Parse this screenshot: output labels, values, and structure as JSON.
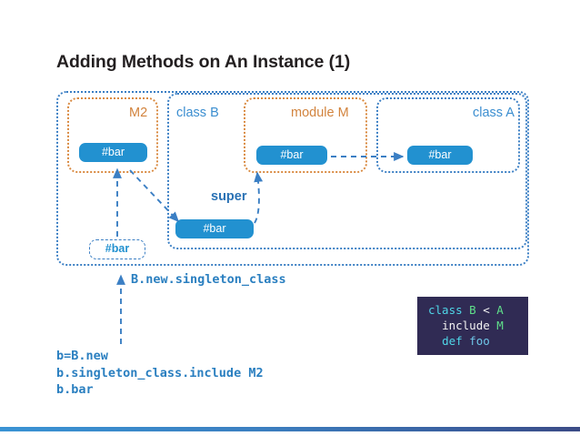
{
  "slide": {
    "title": "Adding Methods on An Instance (1)"
  },
  "diagram": {
    "containers": [
      {
        "name": "singleton-class-container",
        "label": "",
        "style": "blue-dotted"
      },
      {
        "name": "m2-container",
        "label": "M2",
        "style": "orange-dotted"
      },
      {
        "name": "class-b-container",
        "label": "class B",
        "style": "blue-dotted"
      },
      {
        "name": "module-m-container",
        "label": "module M",
        "style": "orange-dotted"
      },
      {
        "name": "class-a-container",
        "label": "class A",
        "style": "blue-dotted"
      }
    ],
    "labels": {
      "m2": "M2",
      "class_b": "class B",
      "module_m": "module M",
      "class_a": "class A"
    },
    "methods": {
      "m2_bar": "#bar",
      "module_m_bar": "#bar",
      "class_a_bar": "#bar",
      "class_b_bar": "#bar",
      "singleton_bar": "#bar"
    },
    "super_label": "super",
    "annotation": "B.new.singleton_class"
  },
  "code": {
    "lines": [
      "b=B.new",
      "b.singleton_class.include M2",
      "b.bar"
    ],
    "text": "b=B.new\nb.singleton_class.include M2\nb.bar"
  },
  "syntax_box": {
    "line1": {
      "kw": "class",
      "cls": "B",
      "op": "<",
      "parent": "A"
    },
    "line2": {
      "kw": "include",
      "mod": "M"
    },
    "line3": {
      "kw": "def",
      "fn": "foo"
    }
  },
  "colors": {
    "pill_blue": "#2291d0",
    "border_blue": "#3b7fc4",
    "border_orange": "#d98a41",
    "label_blue": "#3b8ed0",
    "label_orange": "#d2833d",
    "code_blue": "#2a7fc0",
    "syntax_bg": "#302b54",
    "syntax_keyword": "#4fd6e8",
    "syntax_constant": "#5fe08a",
    "syntax_plain": "#f2f2f2",
    "syntax_function": "#6fc6e8",
    "title_text": "#231f20"
  }
}
